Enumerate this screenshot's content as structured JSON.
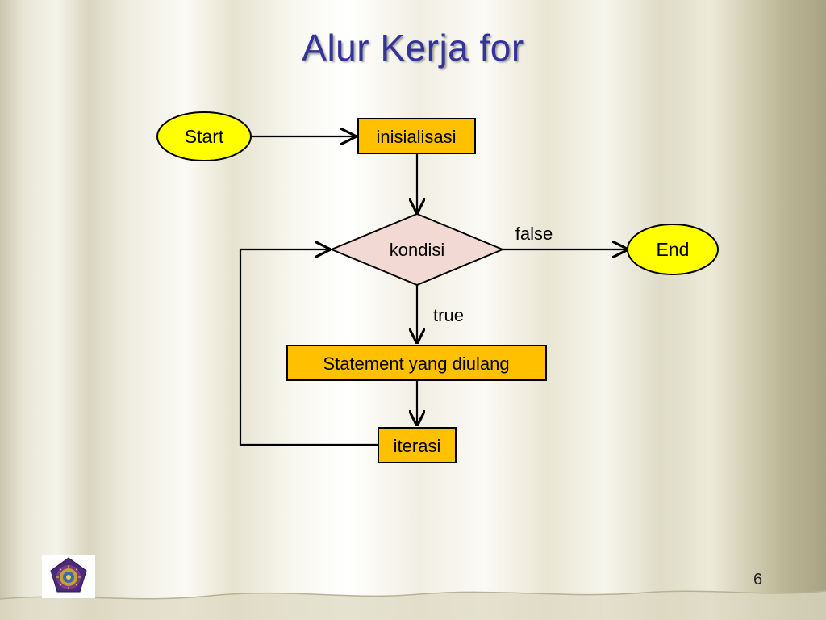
{
  "slide": {
    "title": "Alur Kerja for",
    "page_number": "6"
  },
  "flowchart": {
    "start": "Start",
    "init": "inisialisasi",
    "condition": "kondisi",
    "false_label": "false",
    "end": "End",
    "true_label": "true",
    "statement": "Statement yang diulang",
    "iteration": "iterasi"
  },
  "colors": {
    "title": "#333399",
    "terminal_fill": "#ffff00",
    "process_fill": "#ffc000",
    "decision_fill": "#f2d9d3",
    "line": "#000000"
  },
  "logo": {
    "icon": "university-seal-icon"
  }
}
